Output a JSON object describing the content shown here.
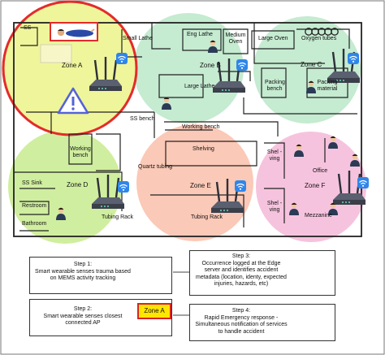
{
  "floorplan": {
    "zones": [
      {
        "label": "Zone A"
      },
      {
        "label": "Zone B"
      },
      {
        "label": "Zone C"
      },
      {
        "label": "Zone D"
      },
      {
        "label": "Zone E"
      },
      {
        "label": "Zone F"
      }
    ],
    "rooms": {
      "ss_label": "SS",
      "small_lathe": "Small Lathe",
      "eng_lathe": "Eng Lathe",
      "medium_oven": "Medium Oven",
      "large_oven": "Large Oven",
      "oxygen_tubes": "Oxygen tubes",
      "large_lathe": "Large Lathe",
      "packing_bench": "Packing bench",
      "packing_material": "Packing material",
      "ss_bench": "SS bench",
      "working_bench_top": "Working bench",
      "working_bench_left": "Working bench",
      "shelving_mid": "Shelving",
      "quartz_tubing": "Quartz tubing",
      "ss_sink": "SS Sink",
      "restroom": "Restroom",
      "bathroom": "Bathroom",
      "tubing_rack_d": "Tubing Rack",
      "tubing_rack_e": "Tubing Rack",
      "shelving_f_top": "Shel -ving",
      "shelving_f_bottom": "Shel -ving",
      "office": "Office",
      "mezzanine": "Mezzanine"
    },
    "colors": {
      "zone_a": "#eff59a",
      "zone_b": "#c5ebd1",
      "zone_c": "#c5ebd1",
      "zone_d": "#d0ee9f",
      "zone_e": "#fbc9b7",
      "zone_f": "#f6c3de",
      "alert_ring": "#e32b2b",
      "wifi": "#2f86ea",
      "router": "#3a3f4a"
    }
  },
  "steps": [
    {
      "title": "Step 1:",
      "text": "Smart wearable senses trauma based on MEMS activity tracking"
    },
    {
      "title": "Step 2:",
      "text": "Smart wearable senses closest connected AP",
      "badge": "Zone A"
    },
    {
      "title": "Step 3:",
      "text": "Occurrence logged at the Edge server and identifies accident metadata (location, identy, expected injuries, hazards, etc)"
    },
    {
      "title": "Step 4:",
      "text": "Rapid Emergency response - Simultaneous notification of services to handle accident"
    }
  ]
}
